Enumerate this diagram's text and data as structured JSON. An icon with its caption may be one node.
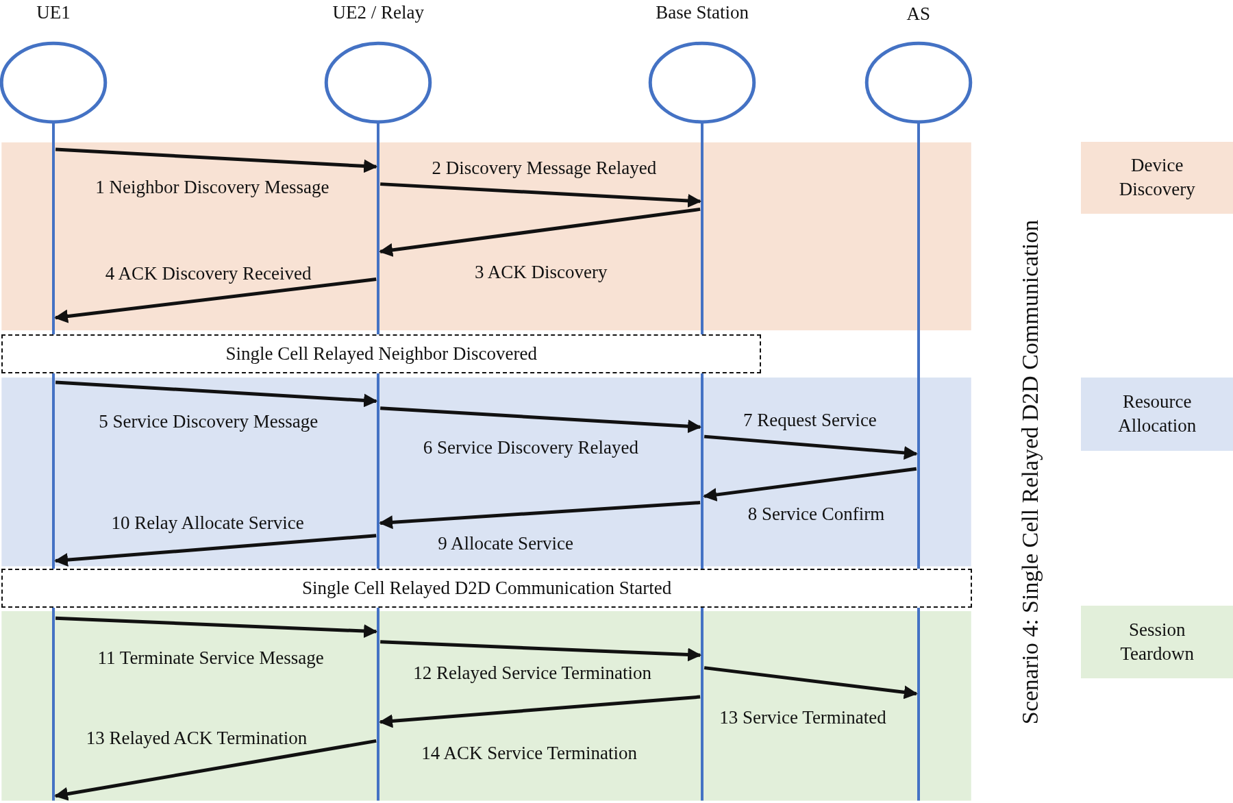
{
  "diagram": {
    "title": "Scenario 4: Single Cell Relayed D2D Communication",
    "nodes": [
      {
        "text": [
          "UE1"
        ]
      },
      {
        "text": [
          "UE2 / Relay"
        ]
      },
      {
        "text": [
          "Base Station"
        ]
      },
      {
        "text": [
          "AS"
        ]
      },
      {
        "text": [
          "Single Cell Relayed Neighbor Discovered"
        ]
      },
      {
        "text": [
          "Single Cell Relayed D2D Communication Started"
        ]
      },
      {
        "text": [
          "Device Discovery"
        ]
      },
      {
        "text": [
          "Resource Allocation"
        ]
      },
      {
        "text": [
          "Session Teardown"
        ]
      }
    ],
    "edges": [
      {
        "from": 0,
        "to": 1,
        "arrow": "to",
        "label": "1 Neighbor Discovery Message"
      },
      {
        "from": 1,
        "to": 2,
        "arrow": "to",
        "label": "2 Discovery Message Relayed"
      },
      {
        "from": 2,
        "to": 1,
        "arrow": "to",
        "label": "3 ACK Discovery"
      },
      {
        "from": 1,
        "to": 0,
        "arrow": "to",
        "label": "4 ACK Discovery Received"
      },
      {
        "from": 0,
        "to": 1,
        "arrow": "to",
        "label": "5 Service Discovery Message"
      },
      {
        "from": 1,
        "to": 2,
        "arrow": "to",
        "label": "6 Service Discovery Relayed"
      },
      {
        "from": 2,
        "to": 3,
        "arrow": "to",
        "label": "7 Request Service"
      },
      {
        "from": 3,
        "to": 2,
        "arrow": "to",
        "label": "8 Service Confirm"
      },
      {
        "from": 2,
        "to": 1,
        "arrow": "to",
        "label": "9 Allocate Service"
      },
      {
        "from": 1,
        "to": 0,
        "arrow": "to",
        "label": "10 Relay Allocate Service"
      },
      {
        "from": 0,
        "to": 1,
        "arrow": "to",
        "label": "11 Terminate Service Message"
      },
      {
        "from": 1,
        "to": 2,
        "arrow": "to",
        "label": "12 Relayed Service Termination"
      },
      {
        "from": 2,
        "to": 3,
        "arrow": "to",
        "label": "13 Service Terminated"
      },
      {
        "from": 2,
        "to": 1,
        "arrow": "to",
        "label": "14 ACK Service Termination"
      },
      {
        "from": 1,
        "to": 0,
        "arrow": "to",
        "label": "13 Relayed ACK Termination"
      }
    ]
  }
}
